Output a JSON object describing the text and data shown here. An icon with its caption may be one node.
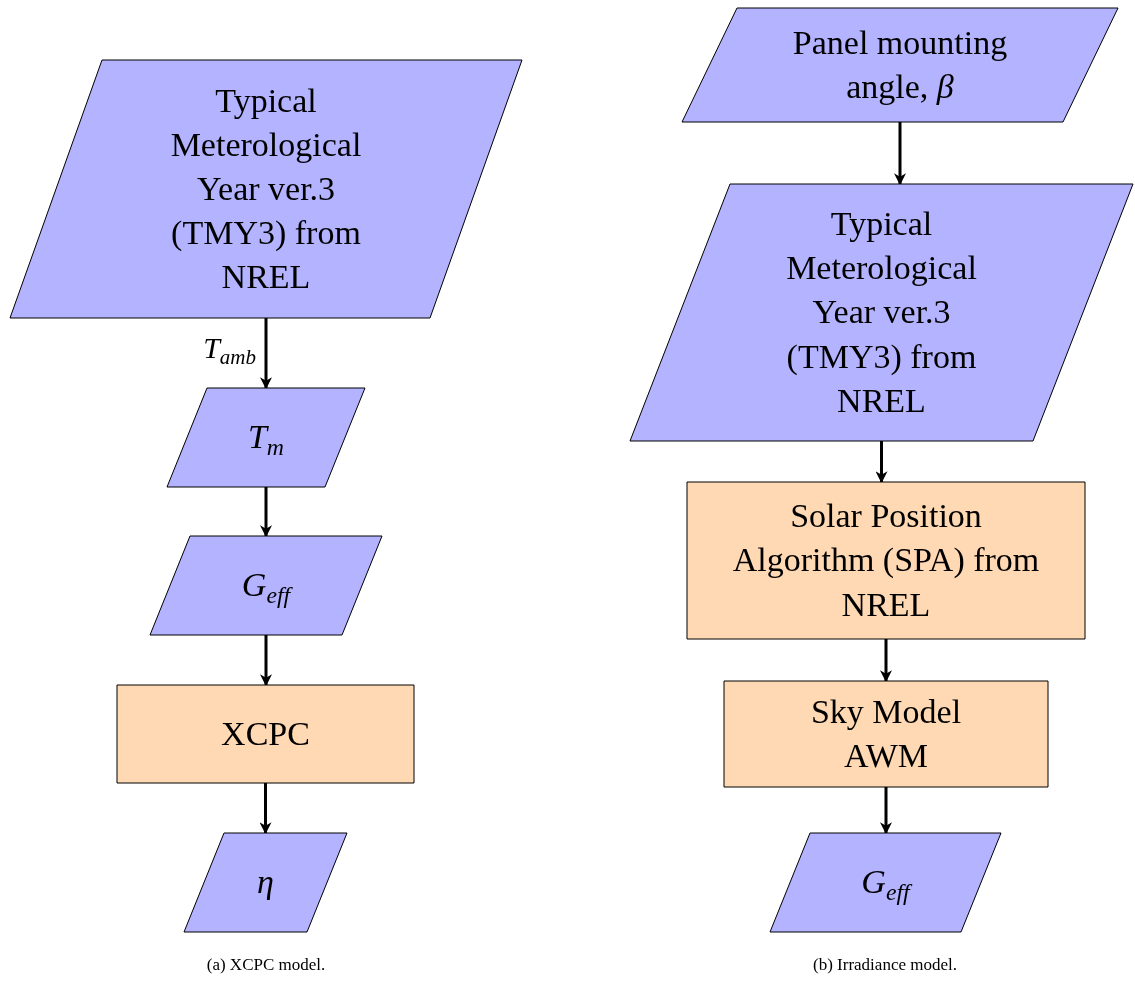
{
  "diagram": {
    "nodes": [
      {
        "text": [
          "Typical Meterological Year ver.3 (TMY3) from NREL"
        ]
      },
      {
        "text": [
          "*T*$_{m}$"
        ]
      },
      {
        "text": [
          "*G*$_{eff}$"
        ]
      },
      {
        "text": [
          "XCPC"
        ]
      },
      {
        "text": [
          "*η*"
        ]
      },
      {
        "text": [
          "Panel mounting angle, *β*"
        ]
      },
      {
        "text": [
          "Typical Meterological Year ver.3 (TMY3) from NREL"
        ]
      },
      {
        "text": [
          "Solar Position Algorithm (SPA) from NREL"
        ]
      },
      {
        "text": [
          "Sky Model AWM"
        ]
      },
      {
        "text": [
          "*G*$_{eff}$"
        ]
      }
    ],
    "edges": [
      {
        "from": 0,
        "to": 1,
        "arrow": "to",
        "label": "*T*$_{amb}$"
      },
      {
        "from": 1,
        "to": 2,
        "arrow": "to"
      },
      {
        "from": 2,
        "to": 3,
        "arrow": "to"
      },
      {
        "from": 3,
        "to": 4,
        "arrow": "to"
      },
      {
        "from": 5,
        "to": 6,
        "arrow": "to"
      },
      {
        "from": 6,
        "to": 7,
        "arrow": "to"
      },
      {
        "from": 7,
        "to": 8,
        "arrow": "to"
      },
      {
        "from": 8,
        "to": 9,
        "arrow": "to"
      }
    ],
    "labels": [
      "(a) XCPC model.",
      "(b) Irradiance model."
    ]
  }
}
